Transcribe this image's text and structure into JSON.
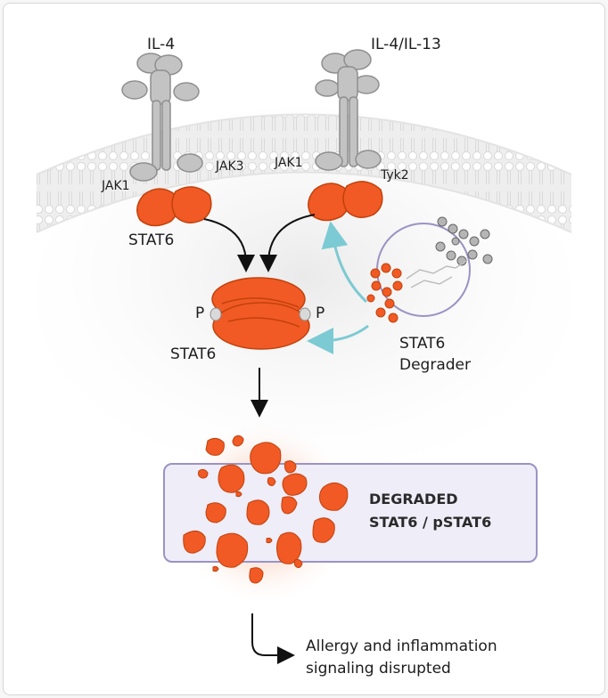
{
  "labels": {
    "il4": "IL-4",
    "il4_il13": "IL-4/IL-13",
    "jak1_left": "JAK1",
    "jak3": "JAK3",
    "jak1_right": "JAK1",
    "tyk2": "Tyk2",
    "stat6_left": "STAT6",
    "stat6_center": "STAT6",
    "p_left": "P",
    "p_right": "P",
    "degrader_line1": "STAT6",
    "degrader_line2": "Degrader",
    "degraded_line1": "DEGRADED",
    "degraded_line2": "STAT6 / pSTAT6",
    "outcome_line1": "Allergy and inflammation",
    "outcome_line2": "signaling disrupted"
  },
  "colors": {
    "stat6": "#f15a24",
    "receptor": "#bfbfbf",
    "membrane": "#d9d9d9",
    "arrow_teal": "#7ccad3",
    "degrader_circle": "#9b93c4",
    "degraded_box": "#eeedf8"
  }
}
